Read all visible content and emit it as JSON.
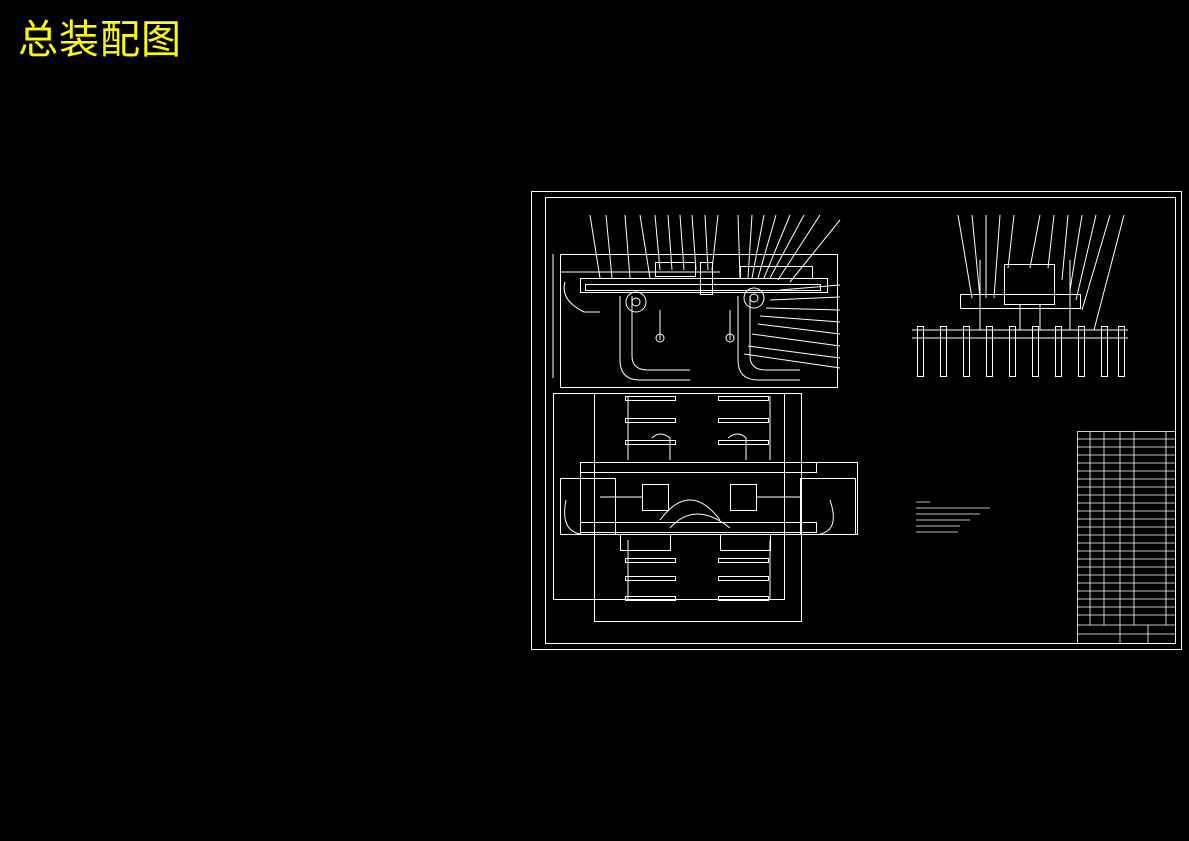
{
  "page": {
    "title": "总装配图",
    "title_color": "#ffff00",
    "background": "#000000",
    "line_color": "#ffffff"
  },
  "drawing": {
    "views": [
      "front-view",
      "side-view",
      "top-view",
      "technical-notes",
      "parts-list",
      "title-block"
    ]
  }
}
